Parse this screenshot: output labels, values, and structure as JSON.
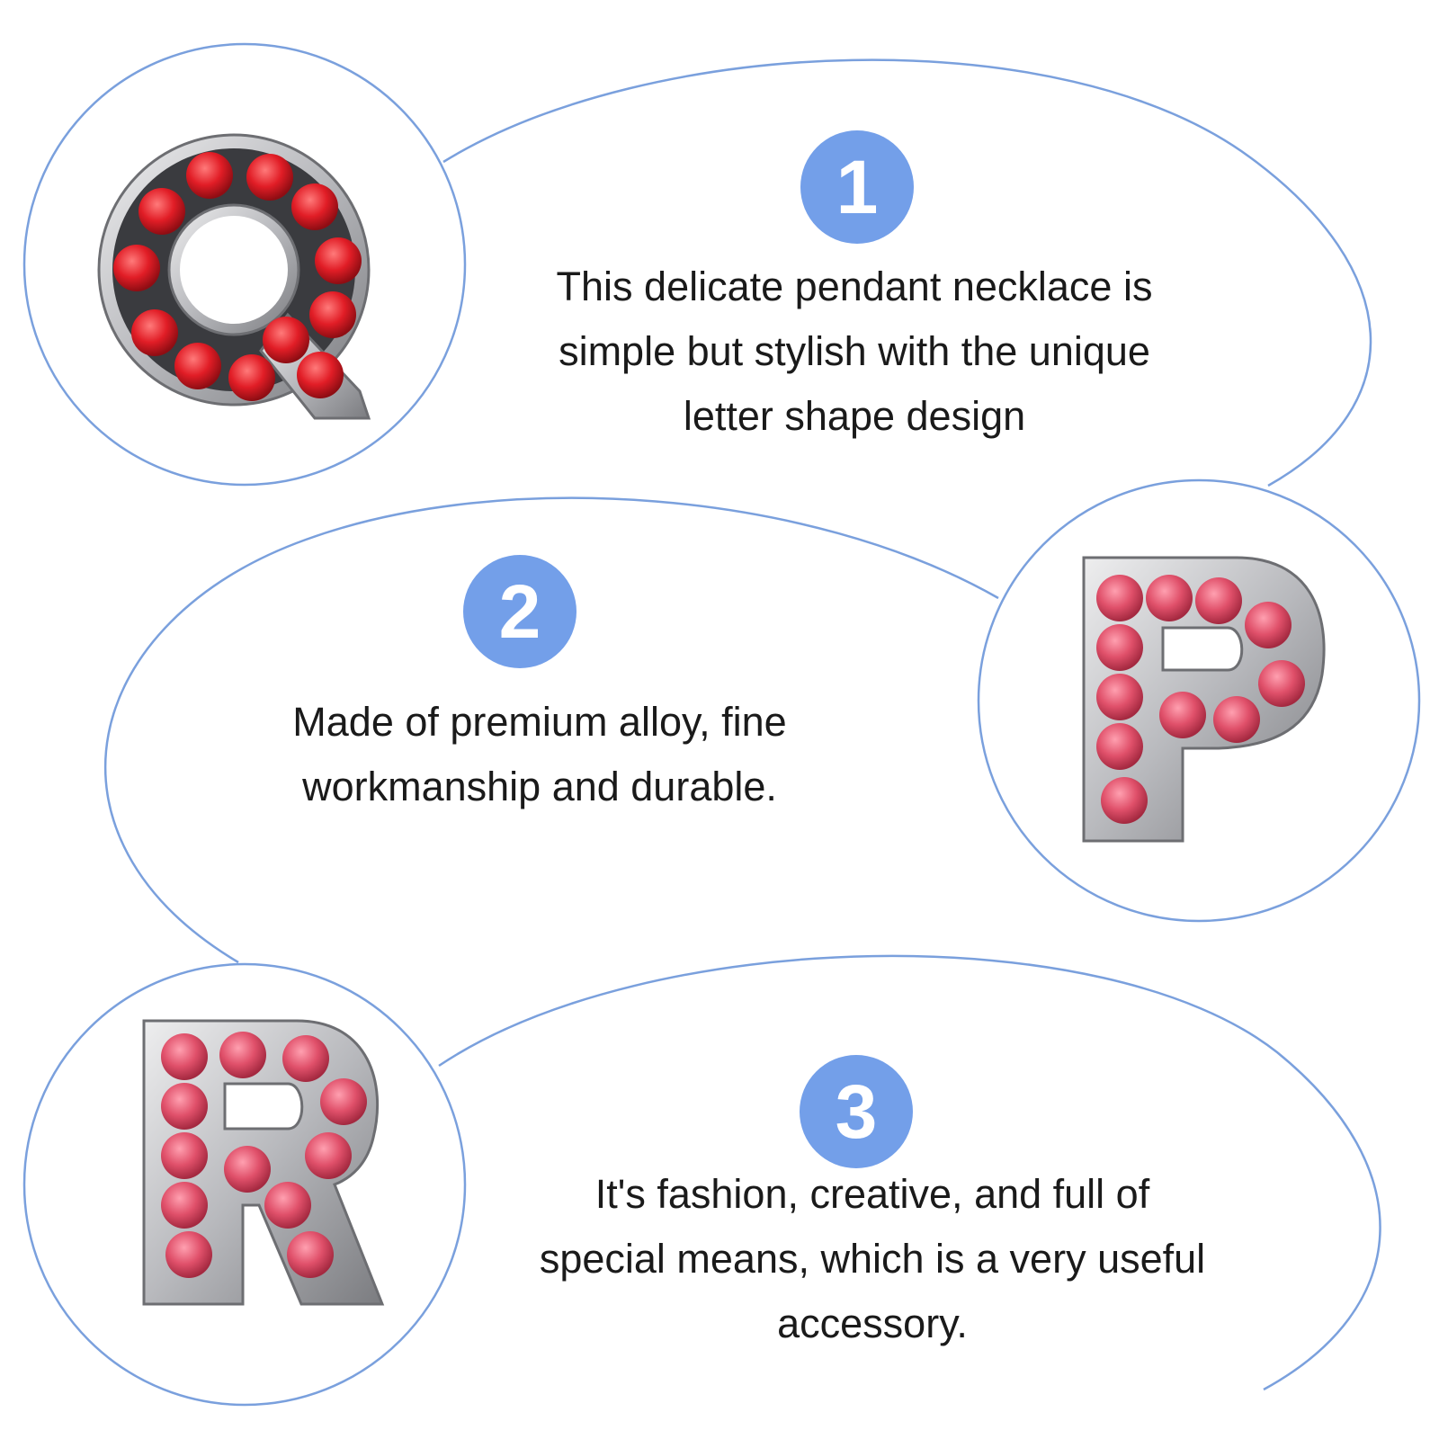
{
  "colors": {
    "outline": "#7aa0dd",
    "badge": "#739fe9",
    "badge_text": "#ffffff",
    "text": "#1a1a1a",
    "metal": "#c9c9cc",
    "metal_dark": "#6d6e72",
    "gem_red": "#e11d26",
    "gem_pink": "#e0506a"
  },
  "features": [
    {
      "number": "1",
      "text": "This delicate pendant necklace is\nsimple but stylish with the unique\nletter shape design",
      "charm_letter": "Q"
    },
    {
      "number": "2",
      "text": "Made of premium alloy, fine\nworkmanship and durable.",
      "charm_letter": "P"
    },
    {
      "number": "3",
      "text": "It's fashion, creative, and full of\nspecial means, which is a very useful\naccessory.",
      "charm_letter": "R"
    }
  ]
}
